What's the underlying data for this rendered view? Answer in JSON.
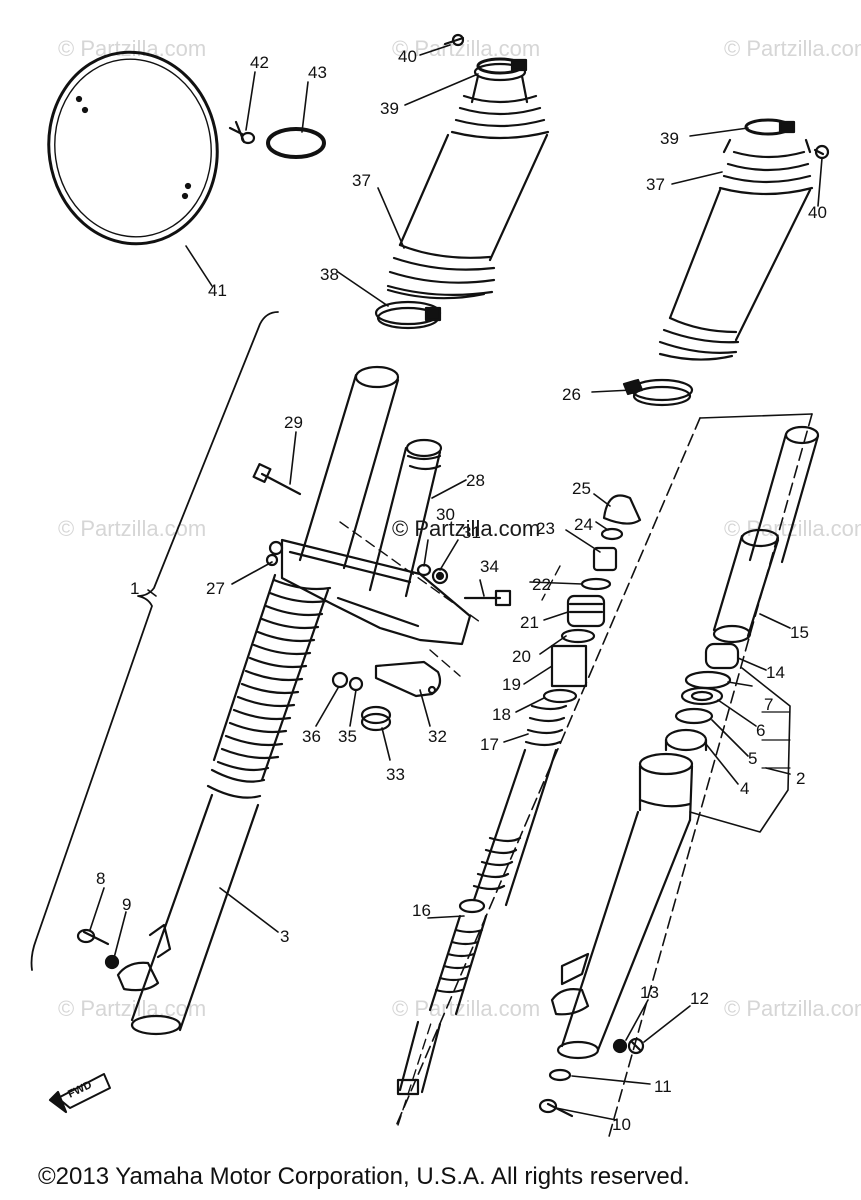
{
  "watermark": "© Partzilla.com",
  "center_mark": "© Partzilla.com",
  "copyright": "©2013 Yamaha Motor Corporation, U.S.A. All rights reserved.",
  "fwd_label": "FWD",
  "callouts": [
    "1",
    "2",
    "3",
    "4",
    "5",
    "6",
    "7",
    "8",
    "9",
    "10",
    "11",
    "12",
    "13",
    "14",
    "15",
    "16",
    "17",
    "18",
    "19",
    "20",
    "21",
    "22",
    "23",
    "24",
    "25",
    "26",
    "27",
    "28",
    "29",
    "30",
    "31",
    "32",
    "33",
    "34",
    "35",
    "36",
    "37",
    "37",
    "38",
    "39",
    "39",
    "40",
    "40",
    "41",
    "42",
    "43"
  ]
}
